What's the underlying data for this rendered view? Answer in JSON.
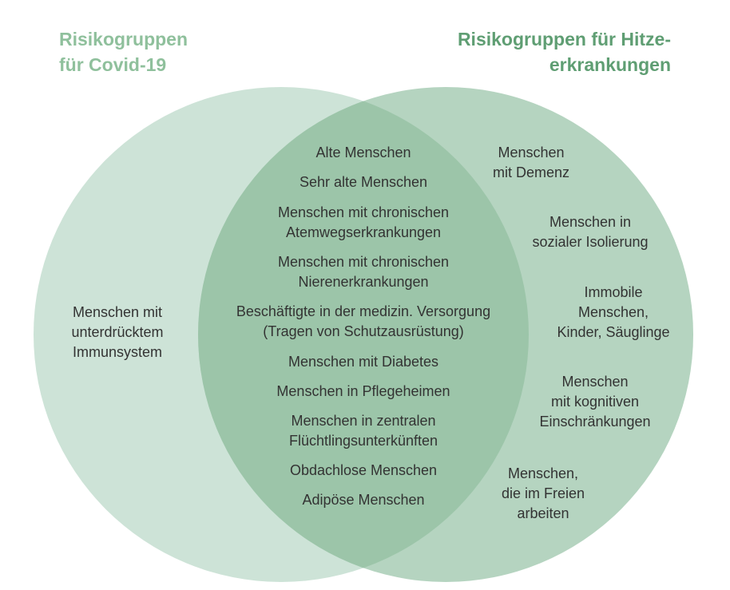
{
  "colors": {
    "left_circle": "#cde3d7",
    "right_circle": "#b5d4c0",
    "overlap": "#9cc5a9",
    "title_left": "#8fc09c",
    "title_right": "#5f9e73",
    "text": "#333333"
  },
  "titles": {
    "left": [
      "Risikogruppen",
      "für Covid-19"
    ],
    "right": [
      "Risikogruppen für Hitze-",
      "erkrankungen"
    ]
  },
  "left_only": [
    [
      "Menschen mit",
      "unterdrücktem",
      "Immunsystem"
    ]
  ],
  "both": [
    [
      "Alte Menschen"
    ],
    [
      "Sehr alte Menschen"
    ],
    [
      "Menschen mit chronischen",
      "Atemwegserkrankungen"
    ],
    [
      "Menschen mit chronischen",
      "Nierenerkrankungen"
    ],
    [
      "Beschäftigte in der medizin. Versorgung",
      "(Tragen von Schutzausrüstung)"
    ],
    [
      "Menschen mit Diabetes"
    ],
    [
      "Menschen in Pflegeheimen"
    ],
    [
      "Menschen in zentralen",
      "Flüchtlingsunterkünften"
    ],
    [
      "Obdachlose Menschen"
    ],
    [
      "Adipöse Menschen"
    ]
  ],
  "right_only": [
    [
      "Menschen",
      "mit Demenz"
    ],
    [
      "Menschen in",
      "sozialer Isolierung"
    ],
    [
      "Immobile",
      "Menschen,",
      "Kinder, Säuglinge"
    ],
    [
      "Menschen",
      "mit kognitiven",
      "Einschränkungen"
    ],
    [
      "Menschen,",
      "die im Freien",
      "arbeiten"
    ]
  ]
}
